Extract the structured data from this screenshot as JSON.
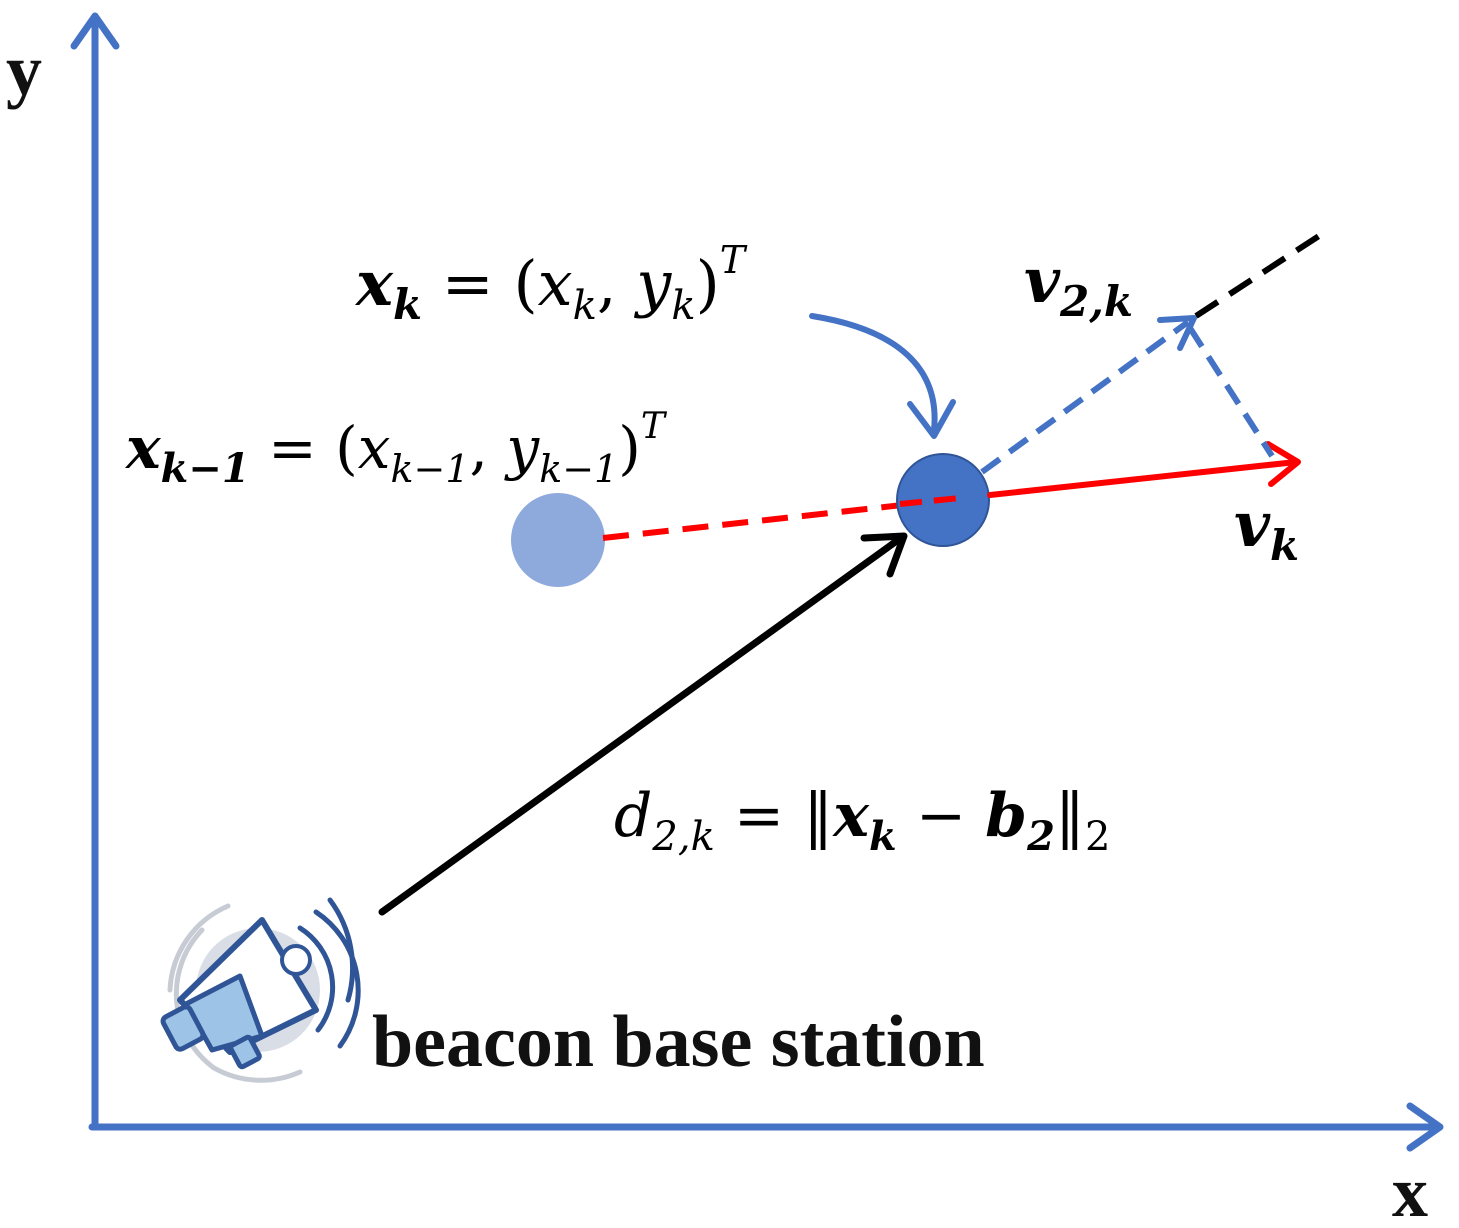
{
  "axes": {
    "x_label": "x",
    "y_label": "y",
    "color": "#4472C4"
  },
  "labels": {
    "xk_main": "x",
    "xk_sub": "k",
    "xk_rhs_open": " = (",
    "xk_rhs_x": "x",
    "xk_rhs_x_sub": "k",
    "xk_rhs_comma": ", ",
    "xk_rhs_y": "y",
    "xk_rhs_y_sub": "k",
    "xk_rhs_close": ")",
    "xk_sup": "T",
    "xk1_main": "x",
    "xk1_sub": "k−1",
    "xk1_rhs_open": " = (",
    "xk1_rhs_x": "x",
    "xk1_rhs_x_sub": "k−1",
    "xk1_rhs_comma": ", ",
    "xk1_rhs_y": "y",
    "xk1_rhs_y_sub": "k−1",
    "xk1_rhs_close": ")",
    "xk1_sup": "T",
    "v2k_main": "v",
    "v2k_sub": "2,k",
    "vk_main": "v",
    "vk_sub": "k",
    "d_main": "d",
    "d_sub": "2,k",
    "d_eq": " = ‖",
    "d_x": "x",
    "d_x_sub": "k",
    "d_minus": " − ",
    "d_b": "b",
    "d_b_sub": "2",
    "d_close": "‖",
    "d_close_sub": "2",
    "station": "beacon base station"
  },
  "colors": {
    "prev_point": "#8EA9DB",
    "current_point": "#4472C4",
    "velocity": "#FF0000",
    "projection": "#4472C4",
    "distance": "#000000",
    "megaphone": "#9DC3E6",
    "megaphone_outline": "#2F5597"
  },
  "icons": {
    "station": "megaphone-icon"
  }
}
